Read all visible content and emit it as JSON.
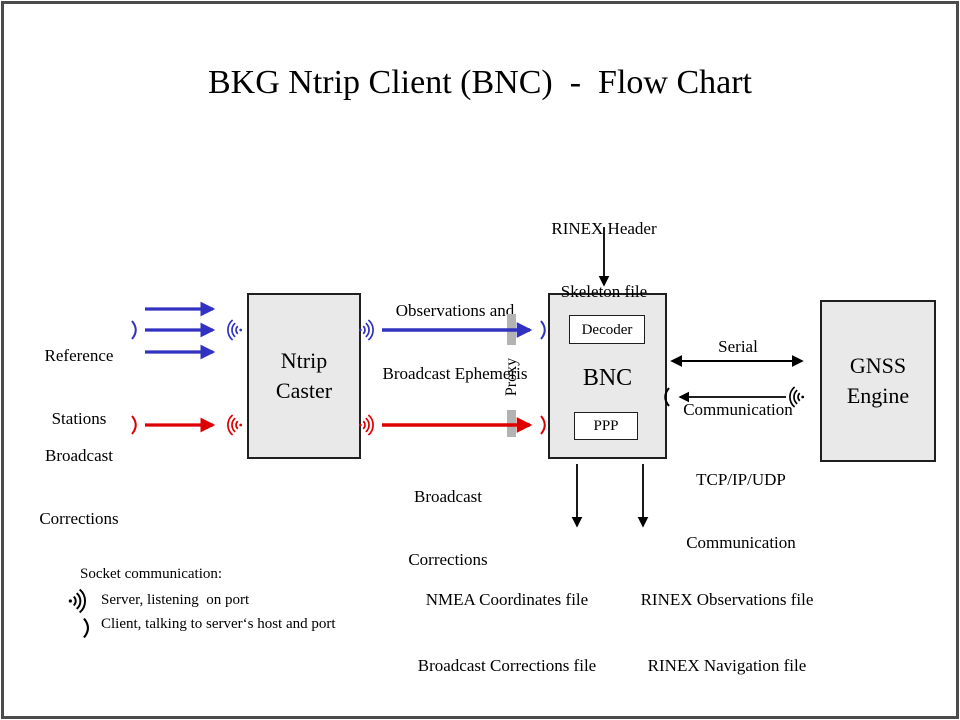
{
  "title": "BKG Ntrip Client (BNC)  -  Flow Chart",
  "boxes": {
    "ntrip_caster": {
      "line1": "Ntrip",
      "line2": "Caster"
    },
    "bnc": {
      "label": "BNC",
      "decoder": "Decoder",
      "ppp": "PPP"
    },
    "gnss_engine": {
      "line1": "GNSS",
      "line2": "Engine"
    }
  },
  "labels": {
    "reference_stations": {
      "line1": "Reference",
      "line2": "Stations"
    },
    "broadcast_corrections_left": {
      "line1": "Broadcast",
      "line2": "Corrections"
    },
    "observations_ephemeris": {
      "line1": "Observations and",
      "line2": "Broadcast Ephemeris"
    },
    "broadcast_corrections_mid": {
      "line1": "Broadcast",
      "line2": "Corrections"
    },
    "rinex_header": {
      "line1": "RINEX Header",
      "line2": "Skeleton file"
    },
    "serial_comm": {
      "line1": "Serial",
      "line2": "Communication"
    },
    "tcpip_comm": {
      "line1": "TCP/IP/UDP",
      "line2": "Communication"
    },
    "proxy": "Proxy",
    "nmea_files": {
      "line1": "NMEA Coordinates file",
      "line2": "Broadcast Corrections file"
    },
    "rinex_files": {
      "line1": "RINEX Observations file",
      "line2": "RINEX Navigation file"
    }
  },
  "legend": {
    "heading": "Socket communication:",
    "server": "Server, listening  on port",
    "client": "Client, talking to server‘s host and port"
  },
  "colors": {
    "blue": "#3232c0",
    "red": "#dd0000",
    "black": "#000000",
    "box_fill": "#e9e9e9",
    "box_border": "#1f1f1f",
    "proxy_bar": "#b3b3b3",
    "frame": "#4b4b4b"
  }
}
